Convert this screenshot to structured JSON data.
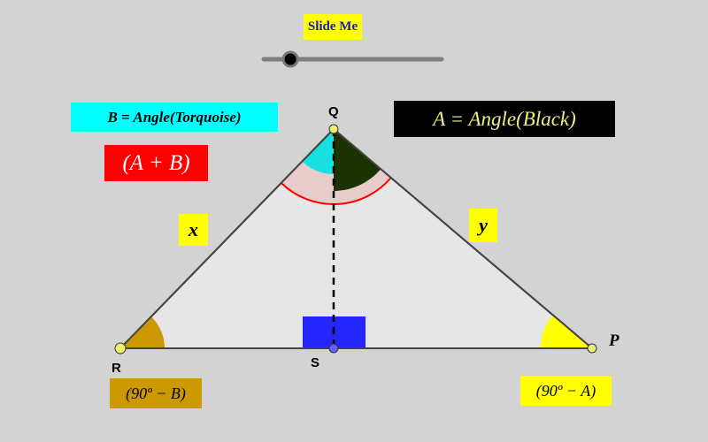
{
  "slider": {
    "label": "Slide Me",
    "value_fraction": 0.15
  },
  "labels": {
    "b_def": "B = Angle(Torquoise)",
    "a_def": "A = Angle(Black)",
    "sum": "(A + B)",
    "x": "x",
    "y": "y",
    "r_angle": "(90º − B)",
    "p_angle": "(90º − A)"
  },
  "points": {
    "q": "Q",
    "r": "R",
    "p": "P",
    "s": "S"
  },
  "colors": {
    "background": "#d3d3d3",
    "triangle": "#e6e6e6",
    "cyan": "#18e0e0",
    "black_angle": "#1a3300",
    "red": "#ff0000",
    "yellow": "#ffff00",
    "gold": "#cc9900",
    "blue": "#1010ff"
  }
}
